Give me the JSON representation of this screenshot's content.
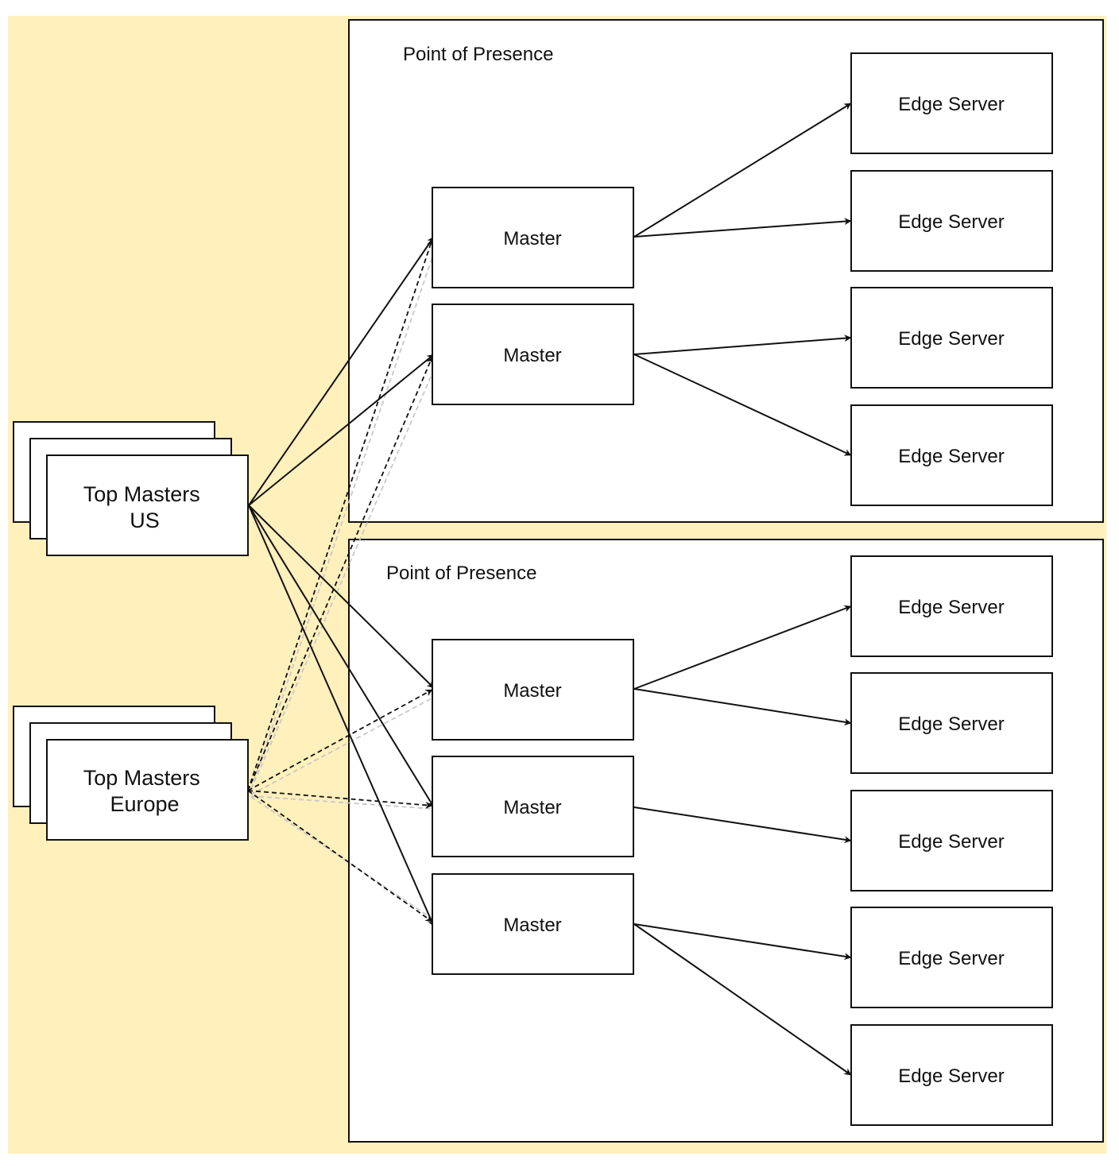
{
  "colors": {
    "background_panel": "#fff0bc",
    "box_fill": "#ffffff",
    "stroke": "#111111",
    "light_dash": "#c8c8c8"
  },
  "pops": [
    {
      "label": "Point of Presence"
    },
    {
      "label": "Point of Presence"
    }
  ],
  "top_masters": [
    {
      "lines": [
        "Top Masters",
        "US"
      ]
    },
    {
      "lines": [
        "Top Masters",
        "Europe"
      ]
    }
  ],
  "masters": [
    {
      "label": "Master",
      "pop": 0
    },
    {
      "label": "Master",
      "pop": 0
    },
    {
      "label": "Master",
      "pop": 1
    },
    {
      "label": "Master",
      "pop": 1
    },
    {
      "label": "Master",
      "pop": 1
    }
  ],
  "edge_servers": [
    {
      "label": "Edge Server",
      "pop": 0
    },
    {
      "label": "Edge Server",
      "pop": 0
    },
    {
      "label": "Edge Server",
      "pop": 0
    },
    {
      "label": "Edge Server",
      "pop": 0
    },
    {
      "label": "Edge Server",
      "pop": 1
    },
    {
      "label": "Edge Server",
      "pop": 1
    },
    {
      "label": "Edge Server",
      "pop": 1
    },
    {
      "label": "Edge Server",
      "pop": 1
    },
    {
      "label": "Edge Server",
      "pop": 1
    }
  ],
  "connections": {
    "top_master_us_to_masters": {
      "from": 0,
      "to": [
        0,
        1,
        2,
        3,
        4
      ],
      "style": "solid"
    },
    "top_master_europe_to_masters": {
      "from": 1,
      "to": [
        0,
        1,
        2,
        3,
        4
      ],
      "style": "dashed"
    },
    "master_to_edge": [
      {
        "master": 0,
        "edges": [
          0,
          1
        ]
      },
      {
        "master": 1,
        "edges": [
          2,
          3
        ]
      },
      {
        "master": 2,
        "edges": [
          4,
          5
        ]
      },
      {
        "master": 3,
        "edges": [
          6
        ]
      },
      {
        "master": 4,
        "edges": [
          7,
          8
        ]
      }
    ]
  }
}
